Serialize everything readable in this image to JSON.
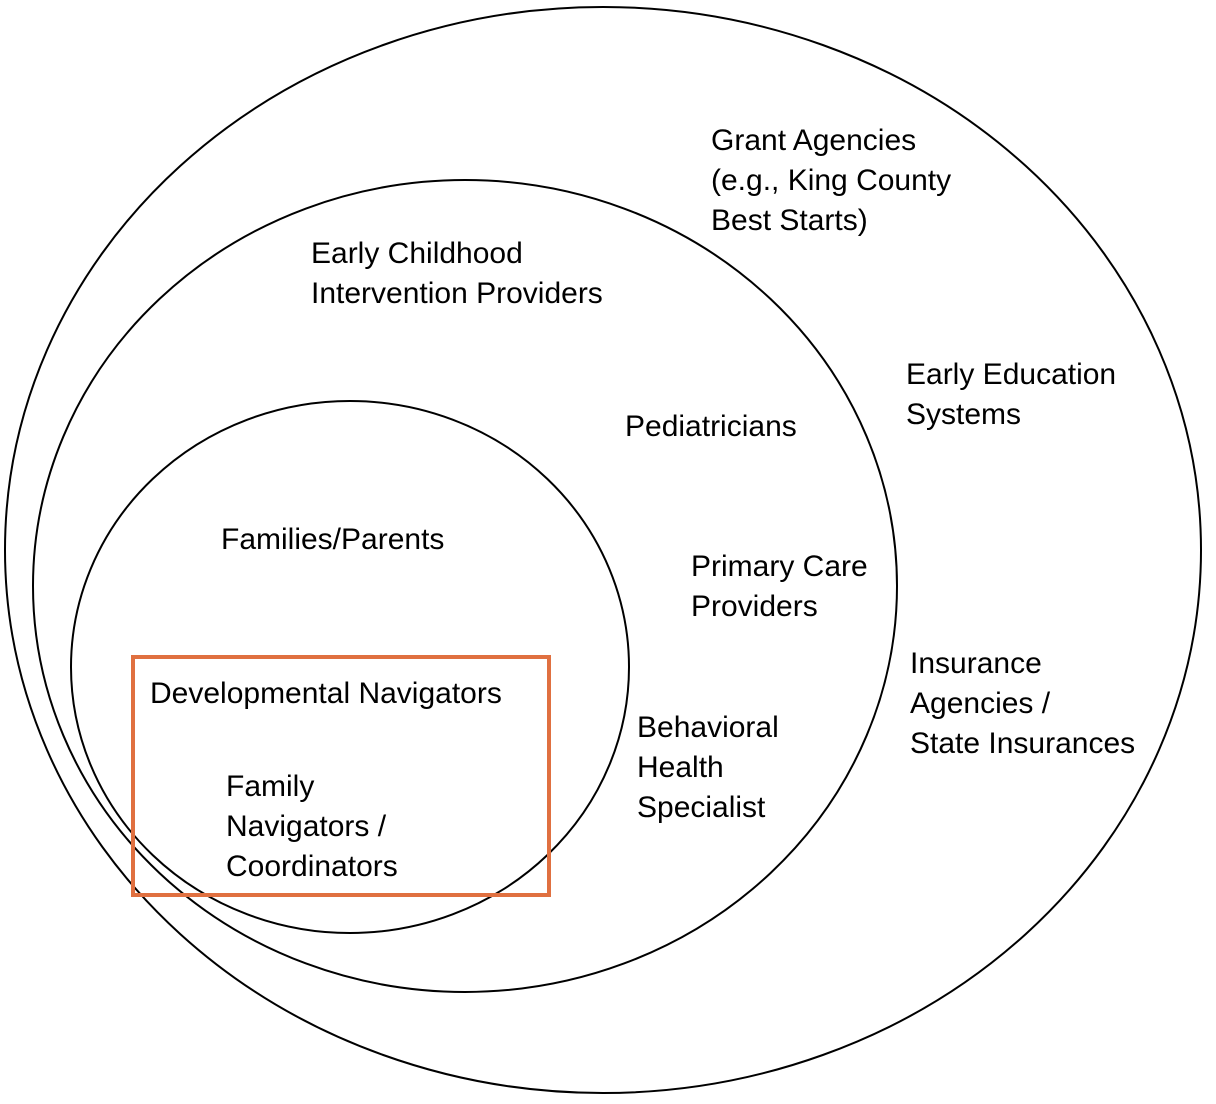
{
  "colors": {
    "ring_stroke": "#000000",
    "highlight_stroke": "#e07040",
    "background": "#ffffff"
  },
  "rings": {
    "outer": {
      "labels": {
        "grant_agencies": [
          "Grant Agencies",
          "(e.g., King County",
          "Best Starts)"
        ],
        "early_education": [
          "Early Education",
          "Systems"
        ],
        "insurance": [
          "Insurance",
          "Agencies /",
          "State Insurances"
        ]
      }
    },
    "middle": {
      "labels": {
        "early_childhood": [
          "Early Childhood",
          "Intervention Providers"
        ],
        "pediatricians": [
          "Pediatricians"
        ],
        "primary_care": [
          "Primary Care",
          "Providers"
        ],
        "behavioral_health": [
          "Behavioral",
          "Health",
          "Specialist"
        ]
      }
    },
    "inner": {
      "labels": {
        "families": [
          "Families/Parents"
        ],
        "developmental_navigators": [
          "Developmental Navigators"
        ],
        "family_navigators": [
          "Family",
          "Navigators /",
          "Coordinators"
        ]
      }
    }
  }
}
